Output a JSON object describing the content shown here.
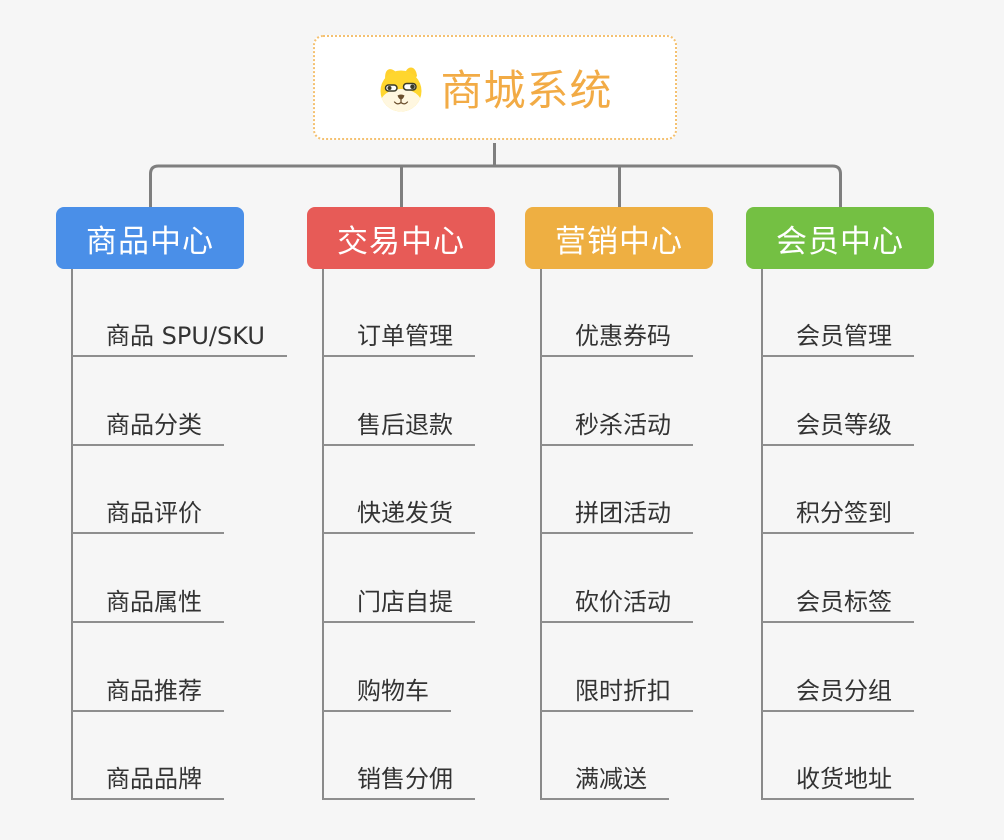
{
  "root": {
    "title": "商城系统",
    "icon": "doge-icon"
  },
  "branches": [
    {
      "label": "商品中心",
      "color": "#4a8fe8",
      "items": [
        "商品 SPU/SKU",
        "商品分类",
        "商品评价",
        "商品属性",
        "商品推荐",
        "商品品牌"
      ]
    },
    {
      "label": "交易中心",
      "color": "#e75b57",
      "items": [
        "订单管理",
        "售后退款",
        "快递发货",
        "门店自提",
        "购物车",
        "销售分佣"
      ]
    },
    {
      "label": "营销中心",
      "color": "#eeaf42",
      "items": [
        "优惠券码",
        "秒杀活动",
        "拼团活动",
        "砍价活动",
        "限时折扣",
        "满减送"
      ]
    },
    {
      "label": "会员中心",
      "color": "#74c043",
      "items": [
        "会员管理",
        "会员等级",
        "积分签到",
        "会员标签",
        "会员分组",
        "收货地址"
      ]
    }
  ],
  "colors": {
    "background": "#f6f6f6",
    "connector": "#7f7f7f",
    "underline": "#8e8e8e",
    "root_accent": "#f2ab45",
    "root_border": "#f4c171",
    "leaf_text": "#333333"
  }
}
